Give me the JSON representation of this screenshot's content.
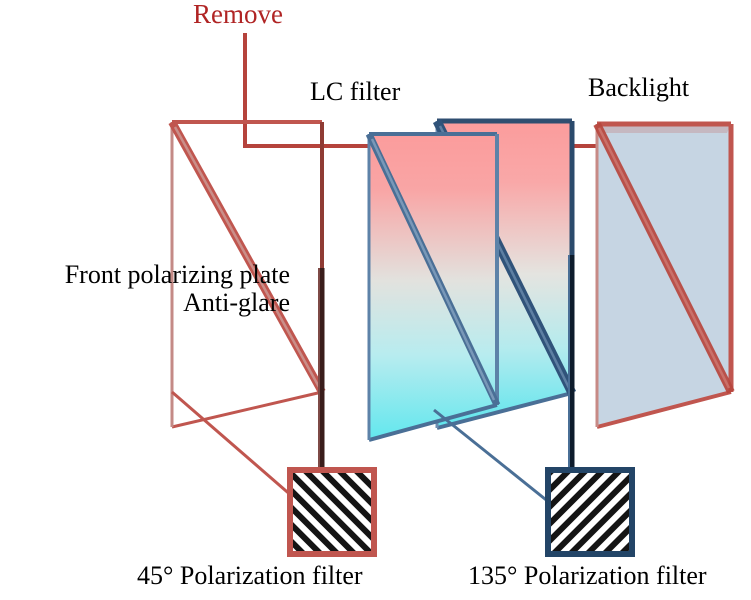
{
  "diagram": {
    "title": "LCD panel layer exploded view",
    "labels": {
      "remove": "Remove",
      "lc_filter": "LC filter",
      "backlight": "Backlight",
      "front_plate_line1": "Front polarizing plate",
      "front_plate_line2": "Anti-glare",
      "filter_45": "45° Polarization filter",
      "filter_135": "135° Polarization filter"
    },
    "colors": {
      "annotation_red": "#b02424",
      "panel_border_red": "#c0564f",
      "panel_border_blue": "#4a6f96",
      "panel_border_darkblue": "#234567",
      "backlight_fill": "#c6d5e3",
      "lc_gradient_top": "#f9a0a0",
      "lc_gradient_mid": "#e3e3e0",
      "lc_gradient_bottom": "#6ee8ec",
      "front_plate_fill": "#ffffff",
      "hatch_dark": "#1a1a1a",
      "hatch_light": "#ffffff",
      "text_black": "#000000"
    },
    "elements": {
      "front_polarizing_plate": "transparent parallelogram panel outlined in salmon red",
      "lc_filter_front_panel": "gradient panel pink to cyan with blue border",
      "lc_filter_back_panel": "gradient panel pink to cyan with dark blue border",
      "backlight_panel": "light blue filled panel with red border",
      "polarizer_45_box": "square with 45 degree diagonal black and white stripes, red border",
      "polarizer_135_box": "square with 135 degree diagonal black and white stripes, dark blue border",
      "remove_leader_line": "red vertical and horizontal leader line pointing to front plate and backlight"
    }
  }
}
